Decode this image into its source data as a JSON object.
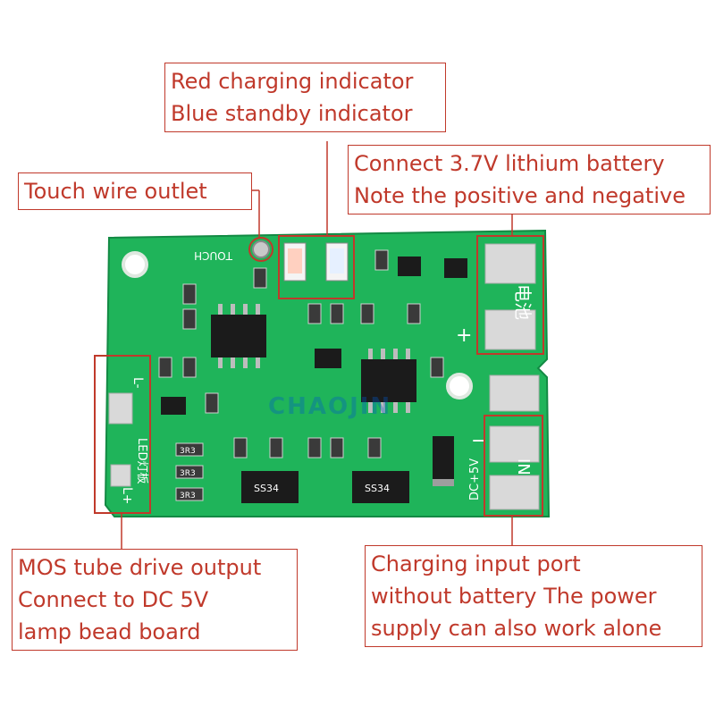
{
  "callouts": {
    "indicators": {
      "line1": "Red charging indicator",
      "line2": "Blue standby indicator"
    },
    "touch": {
      "line1": "Touch wire outlet"
    },
    "battery": {
      "line1": "Connect 3.7V lithium battery",
      "line2": "Note the positive and negative"
    },
    "mos": {
      "line1": "MOS tube drive output",
      "line2": "Connect to DC 5V",
      "line3": "lamp bead board"
    },
    "charging": {
      "line1": "Charging input port",
      "line2": "without battery The power",
      "line3": "supply can also work alone"
    }
  },
  "board": {
    "silkscreen": {
      "touch": "TOUCH",
      "battery_cn": "电池",
      "led_cn": "LED灯板",
      "in": "IN",
      "dc5v": "DC+5V",
      "l_minus": "L-",
      "l_plus": "L+",
      "plus": "+",
      "minus": "−",
      "ss34_a": "SS34",
      "ss34_b": "SS34",
      "r3r3_a": "3R3",
      "r3r3_b": "3R3",
      "r3r3_c": "3R3"
    },
    "watermark": "CHAOJIN"
  },
  "colors": {
    "pcb": "#1fb45a",
    "pcb_dark": "#169a4b",
    "silk": "#ffffff",
    "pad": "#d9d9d9",
    "callout": "#c0392b"
  }
}
